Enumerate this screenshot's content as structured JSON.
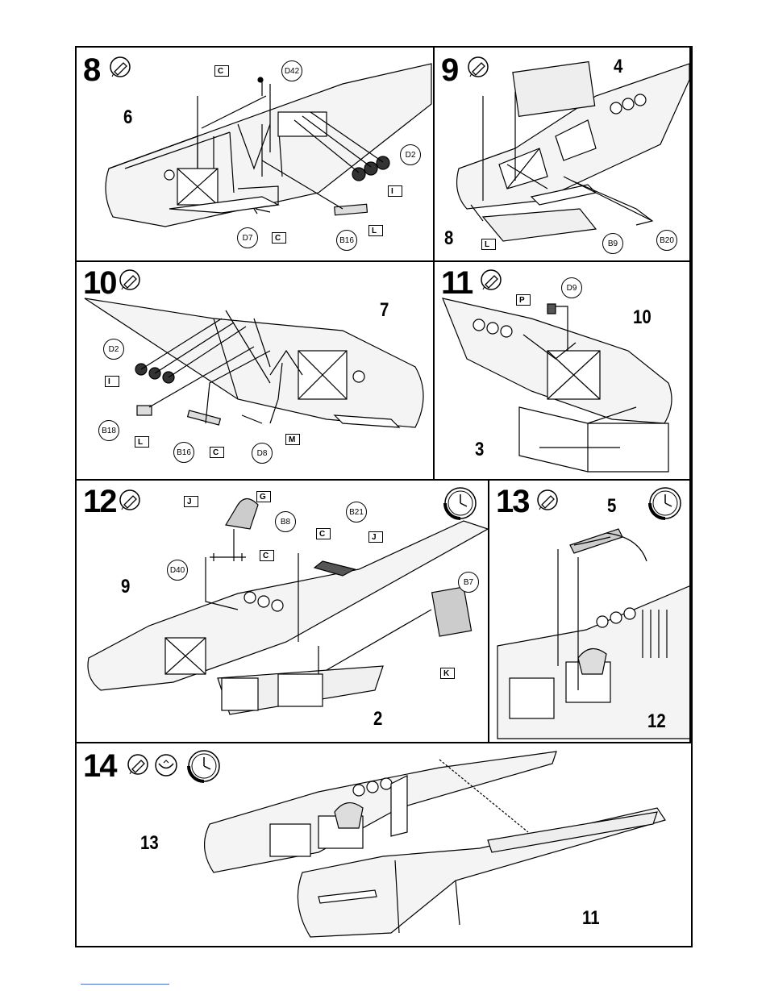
{
  "steps": [
    {
      "number": "8",
      "parts": [
        "6"
      ],
      "labels": [
        "D42",
        "D2",
        "D7",
        "B16"
      ],
      "paints": [
        "C",
        "I",
        "C",
        "L"
      ]
    },
    {
      "number": "9",
      "parts": [
        "4",
        "8"
      ],
      "labels": [
        "B9",
        "B20"
      ],
      "paints": [
        "L"
      ]
    },
    {
      "number": "10",
      "parts": [
        "7"
      ],
      "labels": [
        "D2",
        "B18",
        "B16",
        "D8"
      ],
      "paints": [
        "I",
        "L",
        "C",
        "M"
      ]
    },
    {
      "number": "11",
      "parts": [
        "10",
        "3"
      ],
      "labels": [
        "D9"
      ],
      "paints": [
        "P"
      ]
    },
    {
      "number": "12",
      "parts": [
        "9",
        "2"
      ],
      "labels": [
        "B8",
        "B21",
        "D40",
        "B7"
      ],
      "paints": [
        "J",
        "G",
        "C",
        "C",
        "J",
        "K"
      ]
    },
    {
      "number": "13",
      "parts": [
        "5",
        "12"
      ],
      "labels": [],
      "paints": []
    },
    {
      "number": "14",
      "parts": [
        "13",
        "11"
      ],
      "labels": [],
      "paints": []
    }
  ],
  "icons": {
    "glue": "glue-tube-icon",
    "clock": "clock-wait-icon",
    "press": "press-together-icon"
  }
}
